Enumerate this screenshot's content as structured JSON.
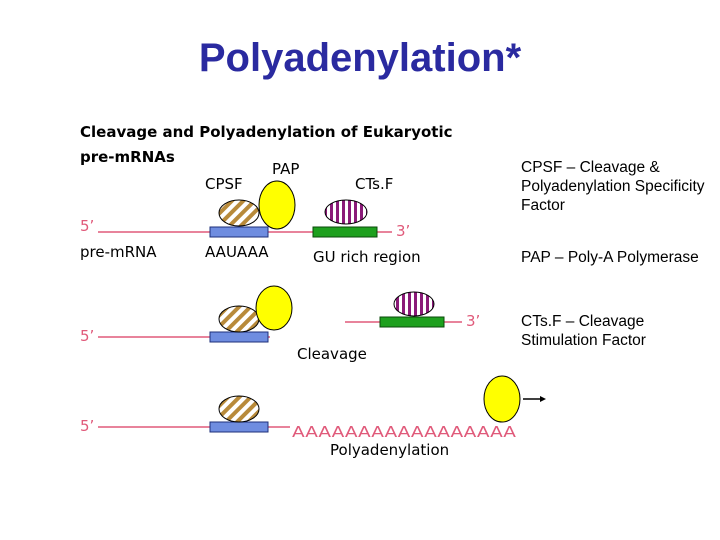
{
  "title": "Polyadenylation*",
  "figure": {
    "heading_line1": "Cleavage and Polyadenylation of Eukaryotic",
    "heading_line2": "pre-mRNAs",
    "label_pap": "PAP",
    "label_cpsf": "CPSF",
    "label_ctsf": "CTs.F",
    "label_5prime": "5’",
    "label_3prime": "3’",
    "label_premrna": "pre-mRNA",
    "label_aauaaa": "AAUAAA",
    "label_gu_region": "GU rich region",
    "label_cleavage": "Cleavage",
    "label_polya_tail": "AAAAAAAAAAAAAAAAA",
    "label_polyadenylation": "Polyadenylation",
    "colors": {
      "rna_line": "#e05a7a",
      "aauaaa_box": "#6f8de0",
      "gu_box": "#1ea01e",
      "pap": "#ffff00",
      "cpsf_stripe": "#b88a3a",
      "ctsf_stripe": "#8a1a78"
    }
  },
  "legend": {
    "cpsf": "CPSF – Cleavage & Polyadenylation Specificity Factor",
    "pap": "PAP – Poly-A Polymerase",
    "ctsf": "CTs.F – Cleavage Stimulation Factor"
  }
}
